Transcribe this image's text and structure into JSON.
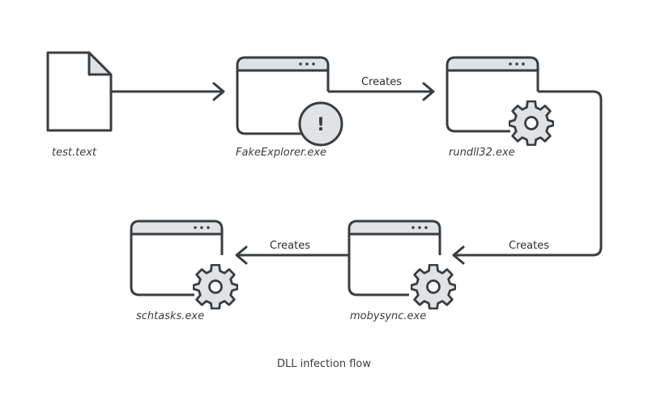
{
  "colors": {
    "stroke": "#3a3d40",
    "titlebar_fill": "#dfe3e5",
    "icon_fill": "#dfe3e5",
    "background": "#ffffff"
  },
  "nodes": {
    "test_text": {
      "label": "test.text",
      "icon": "file-icon"
    },
    "fake_explorer": {
      "label": "FakeExplorer.exe",
      "icon": "warning-icon"
    },
    "rundll32": {
      "label": "rundll32.exe",
      "icon": "gear-icon"
    },
    "mobysync": {
      "label": "mobysync.exe",
      "icon": "gear-icon"
    },
    "schtasks": {
      "label": "schtasks.exe",
      "icon": "gear-icon"
    }
  },
  "edges": {
    "fake_to_rundll": {
      "label": "Creates"
    },
    "rundll_to_mobysync": {
      "label": "Creates"
    },
    "mobysync_to_schtasks": {
      "label": "Creates"
    }
  },
  "warning_symbol": "!",
  "caption": "DLL infection flow"
}
